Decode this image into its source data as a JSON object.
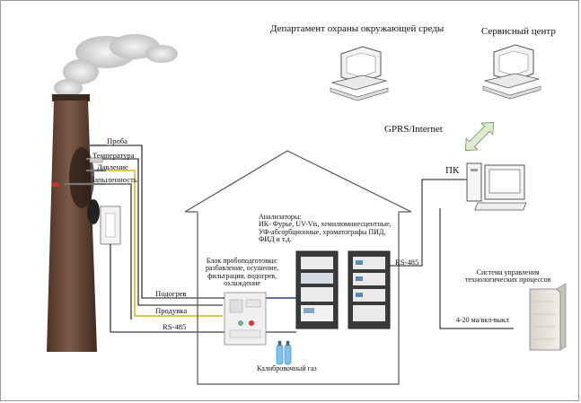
{
  "labels": {
    "dept": "Департамент охраны окружающей среды",
    "service": "Сервисный центр",
    "gprs": "GPRS/Internet",
    "pc": "ПК",
    "probe": "Проба",
    "temperature": "Температура",
    "pressure": "Давление",
    "dust": "Запыленность",
    "analyzers": "Анализаторы:\nИК- Фурье, UV-Vis, хемилюминесцентные,\nУФ-абсорбционные, хроматографы ПИД,\nФИД и т.д.",
    "prep": "Блок пробоподготовки:\nразбавление, осушение,\nфильтрация, подогрев,\nохлаждение",
    "heating": "Подогрев",
    "purge": "Продувка",
    "rs485_left": "RS-485",
    "rs485_right": "RS-485",
    "calib": "Калибровочный газ",
    "control": "Система управления\nтехнологических процессов",
    "signal": "4-20 ма/вкл-выкл"
  },
  "colors": {
    "chimney": "#6b4a3a",
    "smoke": "#c8c8c8",
    "cable_black": "#111111",
    "cable_yellow": "#d9c23a",
    "cable_blue": "#2b3f8f",
    "house_line": "#555555",
    "arrow_fill": "#dfead0"
  },
  "icons": [
    "computer-icon",
    "rack-cabinet-icon",
    "gas-cylinder-icon",
    "server-cabinet-icon",
    "smoke-cloud-icon"
  ]
}
